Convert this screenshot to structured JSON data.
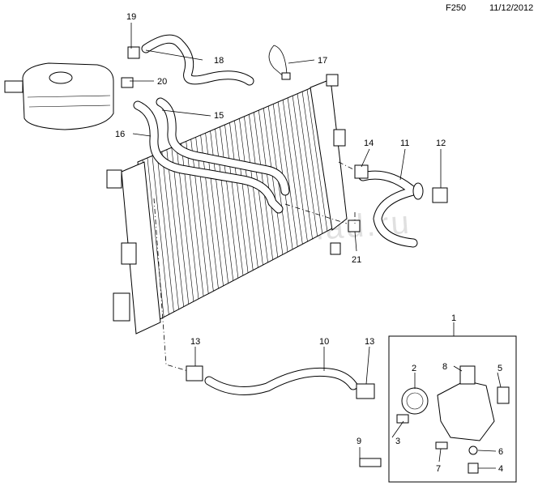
{
  "header": {
    "diagram_code": "F250",
    "date": "11/12/2012"
  },
  "watermark": "www.gmsklad.ru",
  "callouts": [
    {
      "id": "c1",
      "text": "1"
    },
    {
      "id": "c2",
      "text": "2"
    },
    {
      "id": "c3",
      "text": "3"
    },
    {
      "id": "c4",
      "text": "4"
    },
    {
      "id": "c5",
      "text": "5"
    },
    {
      "id": "c6",
      "text": "6"
    },
    {
      "id": "c7",
      "text": "7"
    },
    {
      "id": "c8",
      "text": "8"
    },
    {
      "id": "c9",
      "text": "9"
    },
    {
      "id": "c10",
      "text": "10"
    },
    {
      "id": "c11",
      "text": "11"
    },
    {
      "id": "c12",
      "text": "12"
    },
    {
      "id": "c13a",
      "text": "13"
    },
    {
      "id": "c13b",
      "text": "13"
    },
    {
      "id": "c14",
      "text": "14"
    },
    {
      "id": "c15",
      "text": "15"
    },
    {
      "id": "c16",
      "text": "16"
    },
    {
      "id": "c17",
      "text": "17"
    },
    {
      "id": "c18",
      "text": "18"
    },
    {
      "id": "c19",
      "text": "19"
    },
    {
      "id": "c20",
      "text": "20"
    },
    {
      "id": "c21",
      "text": "21"
    }
  ]
}
